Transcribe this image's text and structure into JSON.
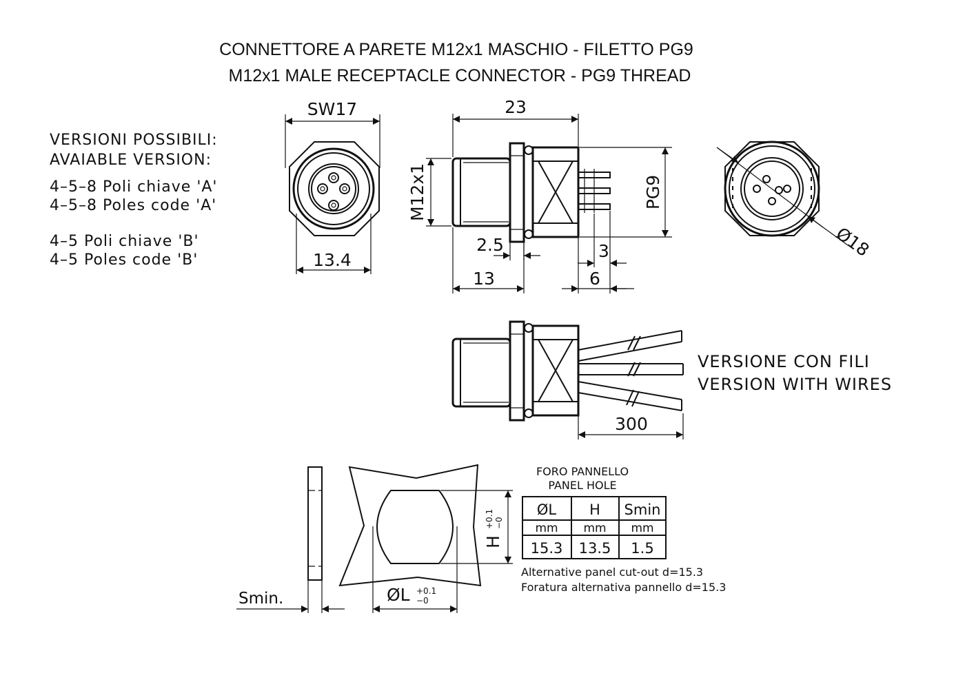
{
  "title": {
    "line1": "CONNETTORE A PARETE M12x1 MASCHIO - FILETTO PG9",
    "line2": "M12x1 MALE RECEPTACLE CONNECTOR - PG9 THREAD"
  },
  "versions": {
    "heading_it": "VERSIONI POSSIBILI:",
    "heading_en": "AVAIABLE VERSION:",
    "code_a_it": "4–5–8 Poli chiave 'A'",
    "code_a_en": "4–5–8 Poles code 'A'",
    "code_b_it": "4–5 Poli chiave 'B'",
    "code_b_en": "4–5 Poles code 'B'"
  },
  "front_view": {
    "sw": "SW17",
    "width": "13.4"
  },
  "side_view": {
    "length": "23",
    "thread": "M12x1",
    "pg": "PG9",
    "d_flange": "2.5",
    "d_front": "13",
    "d_pin": "3",
    "d_tail": "6"
  },
  "rear_view": {
    "diameter": "Ø18"
  },
  "wire_version": {
    "label_it": "VERSIONE CON FILI",
    "label_en": "VERSION WITH WIRES",
    "length": "300"
  },
  "panel": {
    "s_label": "Smin.",
    "l_label": "ØL",
    "l_tol_plus": "+0.1",
    "l_tol_minus": "−0",
    "h_label": "H",
    "h_tol_plus": "+0.1",
    "h_tol_minus": "−0"
  },
  "panel_hole_table": {
    "title_it": "FORO PANNELLO",
    "title_en": "PANEL HOLE",
    "headers": [
      "ØL",
      "H",
      "Smin"
    ],
    "units": [
      "mm",
      "mm",
      "mm"
    ],
    "values": [
      "15.3",
      "13.5",
      "1.5"
    ]
  },
  "alt_note": {
    "en": "Alternative panel cut-out d=15.3",
    "it": "Foratura alternativa pannello d=15.3"
  }
}
